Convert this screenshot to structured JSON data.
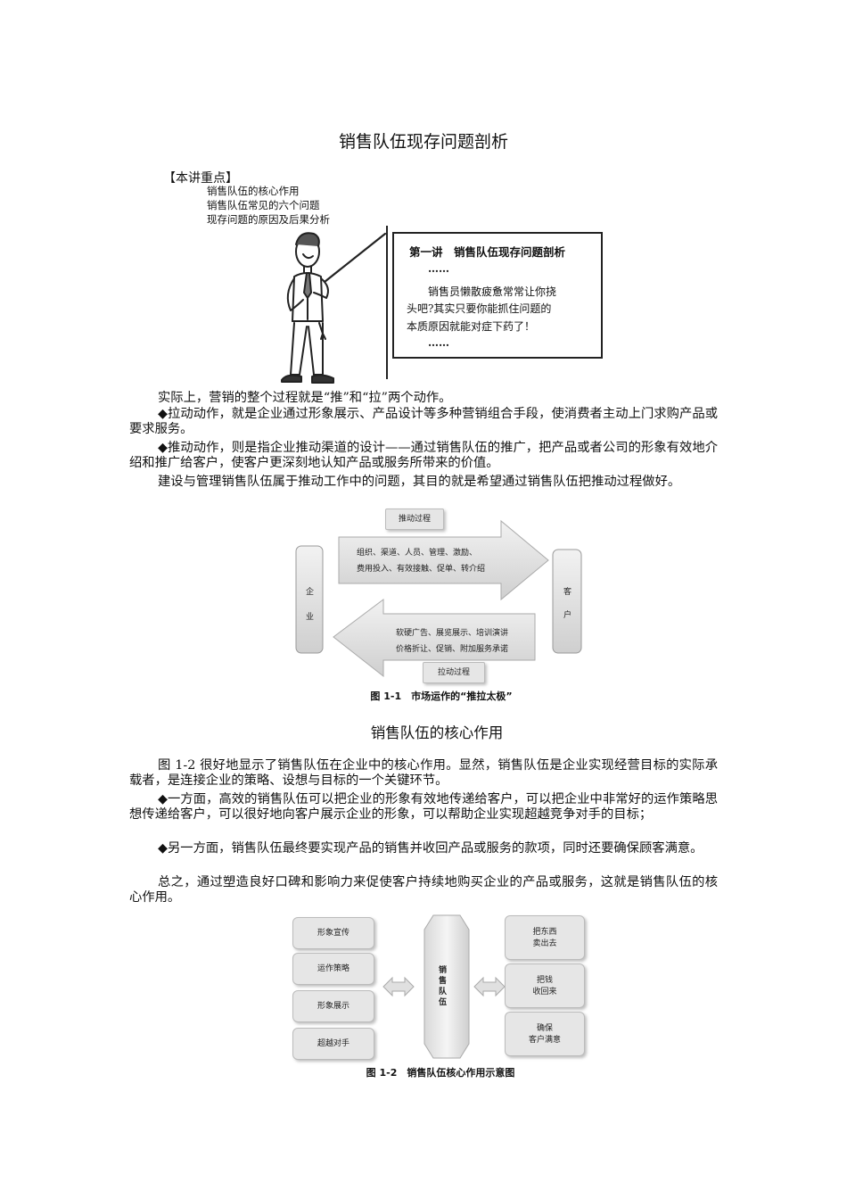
{
  "title": "销售队伍现存问题剖析",
  "key_points": {
    "heading": "【本讲重点】",
    "items": [
      "销售队伍的核心作用",
      "销售队伍常见的六个问题",
      "现存问题的原因及后果分析"
    ]
  },
  "slide": {
    "heading": "第一讲　销售队伍现存问题剖析",
    "ellipsis1": "……",
    "line1": "销售员懒散疲惫常常让你挠",
    "line2": "头吧?其实只要你能抓住问题的",
    "line3": "本质原因就能对症下药了！",
    "ellipsis2": "……"
  },
  "paragraphs_1": [
    "实际上，营销的整个过程就是“推”和“拉”两个动作。",
    "◆拉动动作，就是企业通过形象展示、产品设计等多种营销组合手段，使消费者主动上门求购产品或要求服务。",
    "◆推动动作，则是指企业推动渠道的设计——通过销售队伍的推广，把产品或者公司的形象有效地介绍和推广给客户，使客户更深刻地认知产品或服务所带来的价值。",
    "建设与管理销售队伍属于推动工作中的问题，其目的就是希望通过销售队伍把推动过程做好。"
  ],
  "figure1": {
    "push_label": "推动过程",
    "push_line1": "组织、渠道、人员、管理、激励、",
    "push_line2": "费用投入、有效接触、促单、转介绍",
    "pull_line1": "软硬广告、展览展示、培训演讲",
    "pull_line2": "价格折让、促销、附加服务承诺",
    "pull_label": "拉动过程",
    "left_box": [
      "企",
      "业"
    ],
    "right_box": [
      "客",
      "户"
    ],
    "caption": "图 1-1　市场运作的“推拉太极”"
  },
  "section2_title": "销售队伍的核心作用",
  "paragraphs_2": [
    "图 1-2 很好地显示了销售队伍在企业中的核心作用。显然，销售队伍是企业实现经营目标的实际承载者，是连接企业的策略、设想与目标的一个关键环节。",
    "◆一方面，高效的销售队伍可以把企业的形象有效地传递给客户，可以把企业中非常好的运作策略思想传递给客户，可以很好地向客户展示企业的形象，可以帮助企业实现超越竞争对手的目标；",
    "◆另一方面，销售队伍最终要实现产品的销售并收回产品或服务的款项，同时还要确保顾客满意。",
    "总之，通过塑造良好口碑和影响力来促使客户持续地购买企业的产品或服务，这就是销售队伍的核心作用。"
  ],
  "figure2": {
    "left_items": [
      "形象宣传",
      "运作策略",
      "形象展示",
      "超越对手"
    ],
    "center": [
      "销",
      "售",
      "队",
      "伍"
    ],
    "right_items": [
      [
        "把东西",
        "卖出去"
      ],
      [
        "把钱",
        "收回来"
      ],
      [
        "确保",
        "客户满意"
      ]
    ],
    "caption": "图 1-2　销售队伍核心作用示意图"
  }
}
